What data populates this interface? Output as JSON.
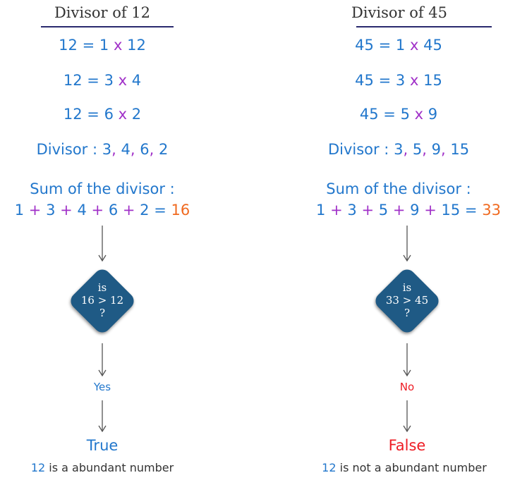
{
  "left": {
    "heading": "Divisor of 12",
    "equations": [
      {
        "lhs": "12",
        "eq": "=",
        "a": "1",
        "x": "x",
        "b": "12"
      },
      {
        "lhs": "12",
        "eq": "=",
        "a": "3",
        "x": "x",
        "b": "4"
      },
      {
        "lhs": "12",
        "eq": "=",
        "a": "6",
        "x": "x",
        "b": "2"
      }
    ],
    "divisor_label": "Divisor :",
    "divisor_values": [
      "3",
      "4",
      "6",
      "2"
    ],
    "sum_label": "Sum of the divisor :",
    "sum_terms": [
      "1",
      "3",
      "4",
      "6",
      "2"
    ],
    "sum_total": "16",
    "decision": {
      "line1": "is",
      "line2": "16 > 12",
      "line3": "?"
    },
    "answer": "Yes",
    "result": "True",
    "conclusion_number": "12",
    "conclusion_text": "is a abundant number"
  },
  "right": {
    "heading": "Divisor of 45",
    "equations": [
      {
        "lhs": "45",
        "eq": "=",
        "a": "1",
        "x": "x",
        "b": "45"
      },
      {
        "lhs": "45",
        "eq": "=",
        "a": "3",
        "x": "x",
        "b": "15"
      },
      {
        "lhs": "45",
        "eq": "=",
        "a": "5",
        "x": "x",
        "b": "9"
      }
    ],
    "divisor_label": "Divisor :",
    "divisor_values": [
      "3",
      "5",
      "9",
      "15"
    ],
    "sum_label": "Sum of the divisor :",
    "sum_terms": [
      "1",
      "3",
      "5",
      "9",
      "15"
    ],
    "sum_total": "33",
    "decision": {
      "line1": "is",
      "line2": "33 > 45",
      "line3": "?"
    },
    "answer": "No",
    "result": "False",
    "conclusion_number": "12",
    "conclusion_text": "is not a abundant number"
  },
  "colors": {
    "blue": "#2277cc",
    "purple": "#a030c8",
    "orange": "#f06a20",
    "yes": "#2277cc",
    "no": "#ee1c24",
    "true": "#2277cc",
    "false": "#ee1c24",
    "diamond": "#1f5a85"
  },
  "icons": {
    "flow_arrow": "down-arrow-icon",
    "decision": "diamond-decision-icon"
  }
}
